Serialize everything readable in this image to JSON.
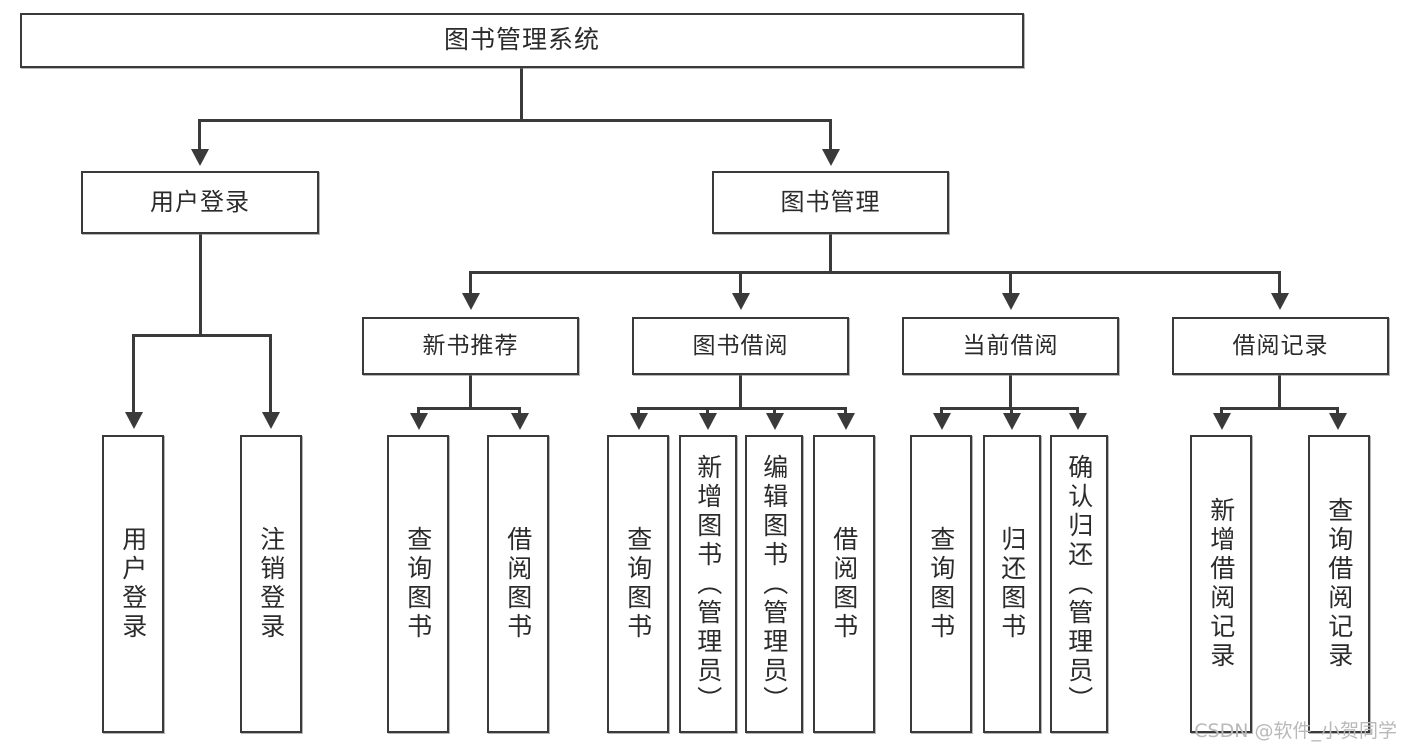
{
  "diagram": {
    "type": "tree-hierarchy-chart",
    "title": "图书管理系统",
    "root": {
      "id": "root",
      "label": "图书管理系统"
    },
    "level2": [
      {
        "id": "user-login",
        "label": "用户登录"
      },
      {
        "id": "book-management",
        "label": "图书管理"
      }
    ],
    "level3": [
      {
        "id": "new-book-recommend",
        "label": "新书推荐",
        "parent": "book-management"
      },
      {
        "id": "book-borrow",
        "label": "图书借阅",
        "parent": "book-management"
      },
      {
        "id": "current-borrow",
        "label": "当前借阅",
        "parent": "book-management"
      },
      {
        "id": "borrow-record",
        "label": "借阅记录",
        "parent": "book-management"
      }
    ],
    "leaves": [
      {
        "id": "leaf-user-login",
        "label": "用户登录",
        "parent": "user-login"
      },
      {
        "id": "leaf-logout",
        "label": "注销登录",
        "parent": "user-login"
      },
      {
        "id": "leaf-query-book-1",
        "label": "查询图书",
        "parent": "new-book-recommend"
      },
      {
        "id": "leaf-borrow-book-1",
        "label": "借阅图书",
        "parent": "new-book-recommend"
      },
      {
        "id": "leaf-query-book-2",
        "label": "查询图书",
        "parent": "book-borrow"
      },
      {
        "id": "leaf-add-book-admin",
        "label": "新增图书（管理员）",
        "parent": "book-borrow"
      },
      {
        "id": "leaf-edit-book-admin",
        "label": "编辑图书（管理员）",
        "parent": "book-borrow"
      },
      {
        "id": "leaf-borrow-book-2",
        "label": "借阅图书",
        "parent": "book-borrow"
      },
      {
        "id": "leaf-query-book-3",
        "label": "查询图书",
        "parent": "current-borrow"
      },
      {
        "id": "leaf-return-book",
        "label": "归还图书",
        "parent": "current-borrow"
      },
      {
        "id": "leaf-confirm-return-admin",
        "label": "确认归还（管理员）",
        "parent": "current-borrow"
      },
      {
        "id": "leaf-add-borrow-record",
        "label": "新增借阅记录",
        "parent": "borrow-record"
      },
      {
        "id": "leaf-query-borrow-record",
        "label": "查询借阅记录",
        "parent": "borrow-record"
      }
    ]
  },
  "watermark": {
    "text": "CSDN @软件_小贺同学"
  },
  "colors": {
    "stroke": "#3a3a3a",
    "text": "#2b2b2b",
    "background": "#ffffff",
    "watermark": "#b9b9b9"
  }
}
